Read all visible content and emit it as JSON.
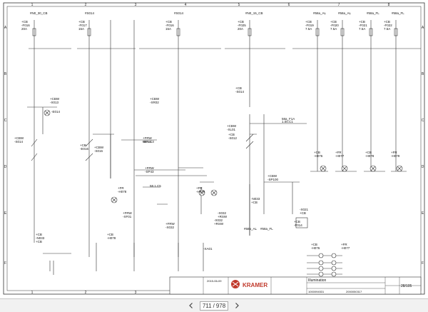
{
  "viewer": {
    "page_current": "711",
    "page_separator": "/",
    "page_total": "978"
  },
  "grid": {
    "columns": [
      "1",
      "2",
      "3",
      "4",
      "5",
      "6",
      "7",
      "8"
    ],
    "rows": [
      "A",
      "B",
      "C",
      "D",
      "E",
      "F"
    ]
  },
  "sheet": {
    "fuse_labels": [
      "+CB\n-F016\n20A",
      "+CB\n-F017\n15A",
      "+CB\n-F016\n15A",
      "+CB\n-F025\n20A",
      "+CB\n-F019\n7.5A",
      "+CB\n-F020\n7.5A",
      "+CB\n-F021\n7.5A",
      "+CB\n-F022\n7.5A"
    ],
    "sheet_refs_top": [
      "#N0_30_CB",
      "#S014",
      "#S014",
      "#N0_15_CB",
      "#58a_AL",
      "#58a_AL",
      "#58a_FL",
      "#58a_FL"
    ],
    "labels": [
      "+CBW\n-X013",
      "-E014",
      "+CBW\n-S014",
      "+CB\n-E016",
      "+CBW\n-S016",
      "+CB\n-S012",
      "+CB\n-S014",
      "+CB\n-N033\n+CB",
      "+CBW\n-XR02",
      "+FRW\n-SP41",
      "+FRW\n-SP43",
      "+FR\n-H078",
      "+FR\n-H079",
      "-X032\n+RSW",
      "+FRW\n-X032",
      "+FRW\n-XF01",
      "+CBW\n-XL01",
      "+CBW\n-SP100",
      "-N033\n+CB",
      "+CB\n-F014",
      "#58a_AL",
      "#58a_FL",
      "-X021\n+CB",
      "+CB\n-H076",
      "+FR\n-H077",
      "+CB\n-H076",
      "+FR\n-H077",
      "+CB\n-H078",
      "+FR\n-H079",
      "58.1.C3",
      "58.1.C5",
      "1.00.C1",
      "58a_F1A",
      "+CB\n-H078",
      "-X032\n+RSW",
      "-XA01"
    ],
    "title_block": {
      "logo_text": "KRAMER",
      "title": "Illumination",
      "drawing_no": "1000094531",
      "id_no": "2000050317",
      "sheet_no": "28/105",
      "date": "2015-06-09"
    }
  }
}
